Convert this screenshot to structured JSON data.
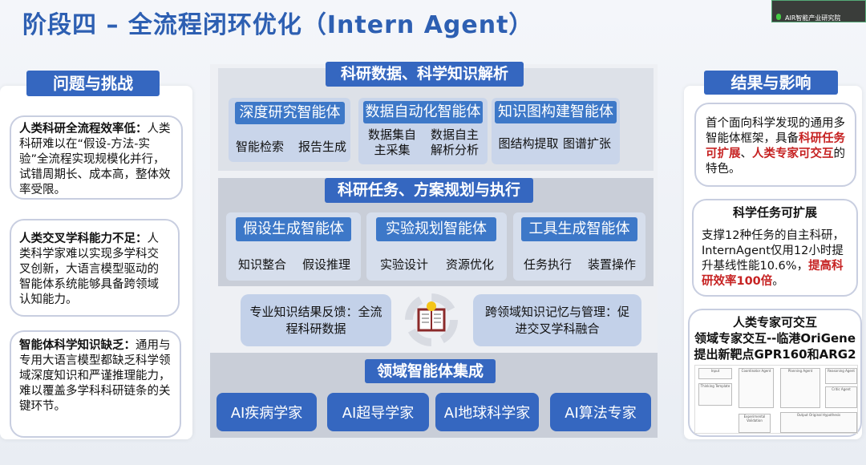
{
  "title": "阶段四 – 全流程闭环优化（Intern Agent）",
  "video_label": "AIR智能产业研究院",
  "left": {
    "header": "问题与挑战",
    "cards": [
      {
        "title": "人类科研全流程效率低：",
        "body": "人类科研难以在“假设-方法-实验”全流程实现规模化并行，试错周期长、成本高，整体效率受限。"
      },
      {
        "title": "人类交叉学科能力不足：",
        "body": "人类科学家难以实现多学科交叉创新，大语言模型驱动的智能体系统能够具备跨领域认知能力。"
      },
      {
        "title": "智能体科学知识缺乏：",
        "body": "通用与专用大语言模型都缺乏科学领域深度知识和严谨推理能力，难以覆盖多学科科研链条的关键环节。"
      }
    ]
  },
  "center": {
    "s1": {
      "header": "科研数据、科学知识解析",
      "agents": [
        {
          "name": "深度研究智能体",
          "items": [
            "智能检索",
            "报告生成"
          ]
        },
        {
          "name": "数据自动化智能体",
          "items": [
            "数据集自主采集",
            "数据自主解析分析"
          ]
        },
        {
          "name": "知识图构建智能体",
          "items": [
            "图结构提取",
            "图谱扩张"
          ]
        }
      ]
    },
    "s2": {
      "header": "科研任务、方案规划与执行",
      "agents": [
        {
          "name": "假设生成智能体",
          "items": [
            "知识整合",
            "假设推理"
          ]
        },
        {
          "name": "实验规划智能体",
          "items": [
            "实验设计",
            "资源优化"
          ]
        },
        {
          "name": "工具生成智能体",
          "items": [
            "任务执行",
            "装置操作"
          ]
        }
      ]
    },
    "feedback_left": "专业知识结果反馈：全流程科研数据",
    "feedback_right": "跨领域知识记忆与管理：促进交叉学科融合",
    "s3": {
      "header": "领域智能体集成",
      "experts": [
        "AI疾病学家",
        "AI超导学家",
        "AI地球科学家",
        "AI算法专家"
      ]
    }
  },
  "right": {
    "header": "结果与影响",
    "c1": {
      "pre": "首个面向科学发现的通用多智能体框架，具备",
      "hl1": "科研任务可扩展",
      "mid": "、",
      "hl2": "人类专家可交互",
      "post": "的特色。"
    },
    "c2": {
      "title": "科学任务可扩展",
      "pre": "支撑12种任务的自主科研，InternAgent仅用12小时提升基线性能10.6%，",
      "hl": "提高科研效率100倍",
      "post": "。"
    },
    "c3": {
      "title1": "人类专家可交互",
      "title2": "领域专家交互--临港OriGene",
      "title3": "提出新靶点GPR160和ARG2",
      "figure_labels": [
        "Input",
        "Thinking Template",
        "Coordinator Agent",
        "Planning Agent",
        "Reasoning Agent",
        "Critic Agent",
        "Experimental Validation",
        "Output Original Hypothesis"
      ]
    }
  },
  "colors": {
    "primary": "#3567c0",
    "highlight": "#c62222"
  }
}
